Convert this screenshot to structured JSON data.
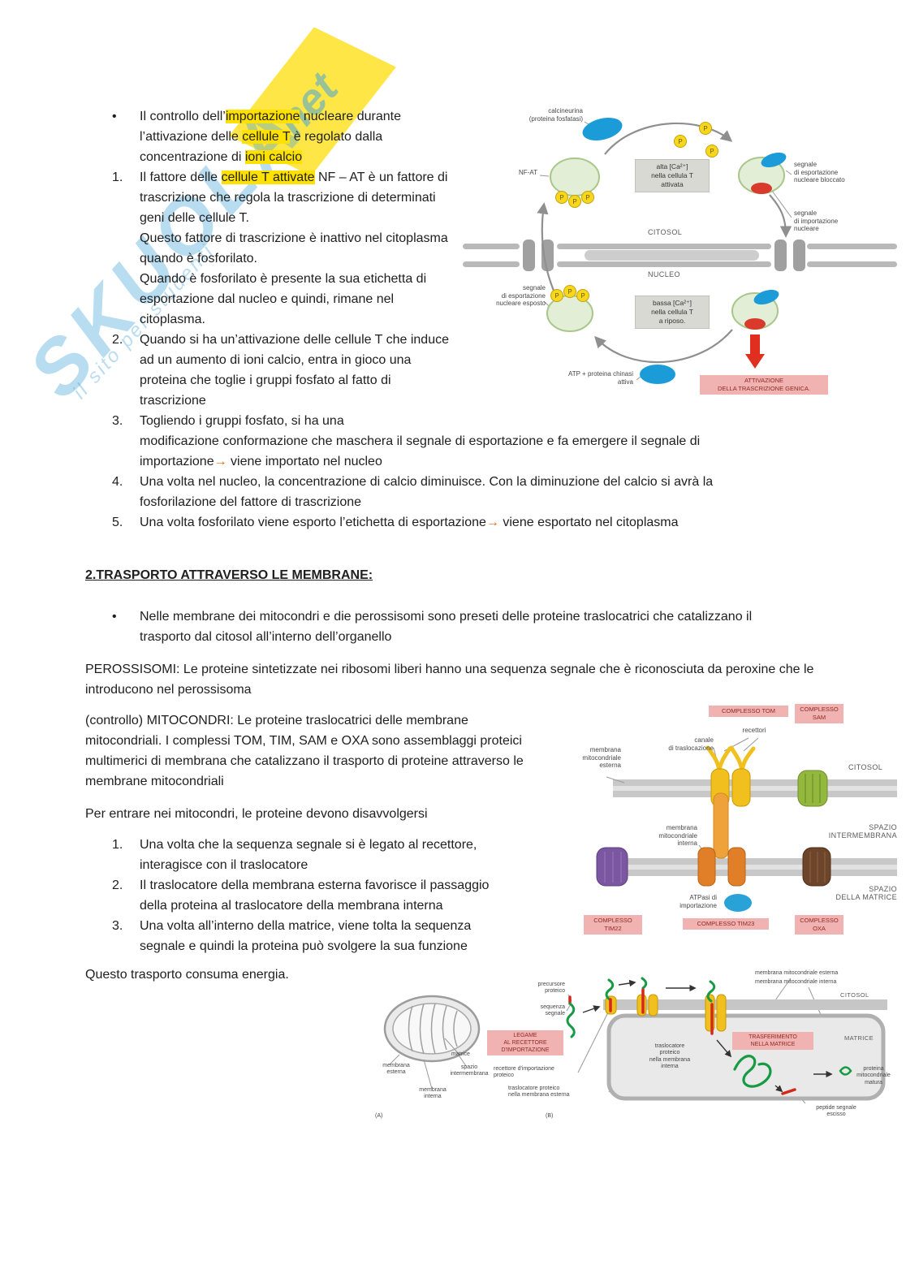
{
  "watermark": {
    "brand": "SKUOLA",
    "net": "net",
    "tagline": "il sito per studenti"
  },
  "content": {
    "bullet_char": "•",
    "intro": {
      "seg1": "Il controllo dell’",
      "hl1": "importazione",
      "seg2": " nucleare durante l’attivazione delle ",
      "hl2": "cellule T",
      "seg3": " è regolato dalla concentrazione di ",
      "hl3": "ioni calcio"
    },
    "item1": {
      "num": "1.",
      "seg1": "Il fattore delle ",
      "hl1": "cellule T attivate",
      "seg2": " NF – AT è un fattore di trascrizione che regola la trascrizione di determinati geni delle cellule T.",
      "para2": "Questo fattore di trascrizione è inattivo nel citoplasma quando è fosforilato.",
      "para3": "Quando è fosforilato è presente la sua etichetta di esportazione dal nucleo e quindi, rimane nel citoplasma."
    },
    "item2": {
      "num": "2.",
      "text": "Quando si ha un’attivazione delle cellule T che induce ad un aumento di ioni calcio, entra in gioco una proteina che toglie i gruppi fosfato al fatto di trascrizione"
    },
    "item3": {
      "num": "3.",
      "line1": "Togliendo i gruppi fosfato, si ha una",
      "line2": "modificazione conformazione che maschera il segnale di esportazione e fa emergere il segnale di importazione",
      "arrow": "→",
      "line3": " viene importato nel nucleo"
    },
    "item4": {
      "num": "4.",
      "text": "Una volta nel nucleo, la concentrazione di calcio diminuisce. Con la diminuzione del calcio si avrà la fosforilazione del fattore di trascrizione"
    },
    "item5": {
      "num": "5.",
      "seg1": "Una volta fosforilato viene esporto l’etichetta di esportazione",
      "arrow": "→",
      "seg2": " viene esportato nel citoplasma"
    },
    "heading2": "2.TRASPORTO ATTRAVERSO LE MEMBRANE:",
    "bullet2": "Nelle membrane dei mitocondri e die perossisomi sono preseti delle proteine traslocatrici che catalizzano il trasporto dal citosol all’interno dell’organello",
    "perox": "PEROSSISOMI: Le proteine sintetizzate nei ribosomi liberi hanno una sequenza segnale che è riconosciuta da peroxine che le introducono nel perossisoma",
    "mito": "(controllo) MITOCONDRI: Le proteine traslocatrici delle membrane mitocondriali. I complessi TOM, TIM, SAM e OXA sono assemblaggi proteici multimerici di membrana che catalizzano il trasporto di proteine attraverso le membrane mitocondriali",
    "unfold": "Per entrare nei mitocondri, le proteine devono disavvolgersi",
    "mlist1": {
      "num": "1.",
      "text": "Una volta che la sequenza segnale si è legato al recettore, interagisce con il traslocatore"
    },
    "mlist2": {
      "num": "2.",
      "text": "Il traslocatore della membrana esterna favorisce il passaggio della proteina al traslocatore della membrana interna"
    },
    "mlist3": {
      "num": "3.",
      "text": "Una volta all’interno della matrice, viene tolta la sequenza segnale e quindi la proteina può svolgere la sua funzione"
    },
    "energy": "Questo trasporto consuma energia."
  },
  "d1": {
    "calcineurina": "calcineurina\n(proteina fosfatasi)",
    "nfat": "NF-AT",
    "p": "P",
    "alta_box": "alta [Ca²⁺]\nnella cellula T\nattivata",
    "seg_esp_bloccato": "segnale\ndi esportazione\nnucleare bloccato",
    "seg_importazione": "segnale\ndi importazione\nnucleare",
    "citosol": "CITOSOL",
    "nucleo": "NUCLEO",
    "seg_esp_esposto": "segnale\ndi esportazione\nnucleare esposto",
    "bassa_box": "bassa [Ca²⁺]\nnella cellula T\na riposo.",
    "atp": "ATP + proteina chinasi\nattiva",
    "attivazione_box": "ATTIVAZIONE\nDELLA TRASCRIZIONE GENICA."
  },
  "d2": {
    "complesso_tom": "COMPLESSO TOM",
    "complesso_sam": "COMPLESSO\nSAM",
    "recettori": "recettori",
    "canale": "canale\ndi traslocazione",
    "membrana_esterna": "membrana\nmitocondriale\nesterna",
    "citosol": "CITOSOL",
    "membrana_interna": "membrana\nmitocondriale\ninterna",
    "spazio_intermembrana": "SPAZIO\nINTERMEMBRANA",
    "atpasi": "ATPasi di\nimportazione",
    "spazio_matrice": "SPAZIO\nDELLA MATRICE",
    "complesso_tim22": "COMPLESSO\nTIM22",
    "complesso_tim23": "COMPLESSO TIM23",
    "complesso_oxa": "COMPLESSO\nOXA"
  },
  "d3": {
    "precursore": "precursore\nproteico",
    "sequenza": "sequenza\nsegnale",
    "legame_box": "LEGAME\nAL RECETTORE\nD'IMPORTAZIONE",
    "recettore": "recettore d'importazione\nproteico",
    "trasloc_esterna": "traslocatore proteico\nnella membrana esterna",
    "membrana_esterna": "membrana\nesterna",
    "membrana_interna": "membrana\ninterna",
    "matrice_lbl": "matrice",
    "spazio_intermembrana": "spazio\nintermembrana",
    "label_a": "(A)",
    "label_b": "(B)",
    "mem_mito_esterna": "membrana mitocondriale esterna",
    "mem_mito_interna": "membrana mitocondriale interna",
    "citosol": "CITOSOL",
    "trasloc_interna": "traslocatore\nproteico\nnella membrana\ninterna",
    "trasferimento_box": "TRASFERIMENTO\nNELLA MATRICE",
    "matrice_cap": "MATRICE",
    "proteina_matura": "proteina\nmitocondriale\nmatura",
    "peptide": "peptide segnale\nescisso"
  }
}
